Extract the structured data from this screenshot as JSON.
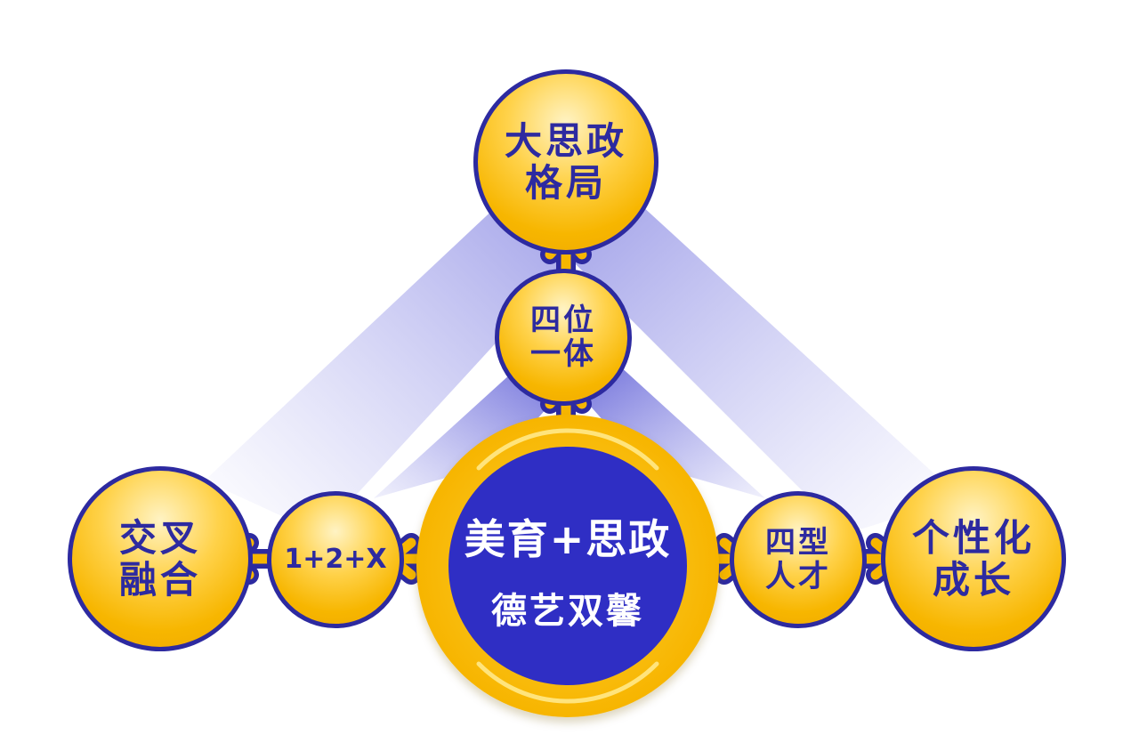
{
  "colors": {
    "accent_yellow": "#f7b600",
    "accent_blue": "#2d2aa0",
    "center_blue": "#2f2ec4",
    "beam_blue": "#6f6fe0"
  },
  "center": {
    "title": "美育+思政",
    "subtitle": "德艺双馨"
  },
  "nodes": {
    "top_big": {
      "line1": "大思政",
      "line2": "格局"
    },
    "top_small": {
      "line1": "四位",
      "line2": "一体"
    },
    "left_small": {
      "line1": "1+2+X"
    },
    "left_big": {
      "line1": "交叉",
      "line2": "融合"
    },
    "right_small": {
      "line1": "四型",
      "line2": "人才"
    },
    "right_big": {
      "line1": "个性化",
      "line2": "成长"
    }
  }
}
